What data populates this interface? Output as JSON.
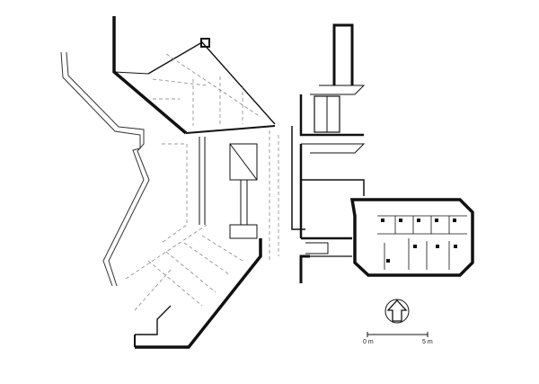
{
  "plan": {
    "type": "architectural floor plan",
    "colors": {
      "ink": "#111111",
      "thin": "#555555",
      "dashed": "#888888"
    }
  },
  "scale_bar": {
    "start_label": "0 m",
    "end_label": "5 m"
  },
  "north_arrow": {
    "icon": "north-arrow-icon"
  }
}
